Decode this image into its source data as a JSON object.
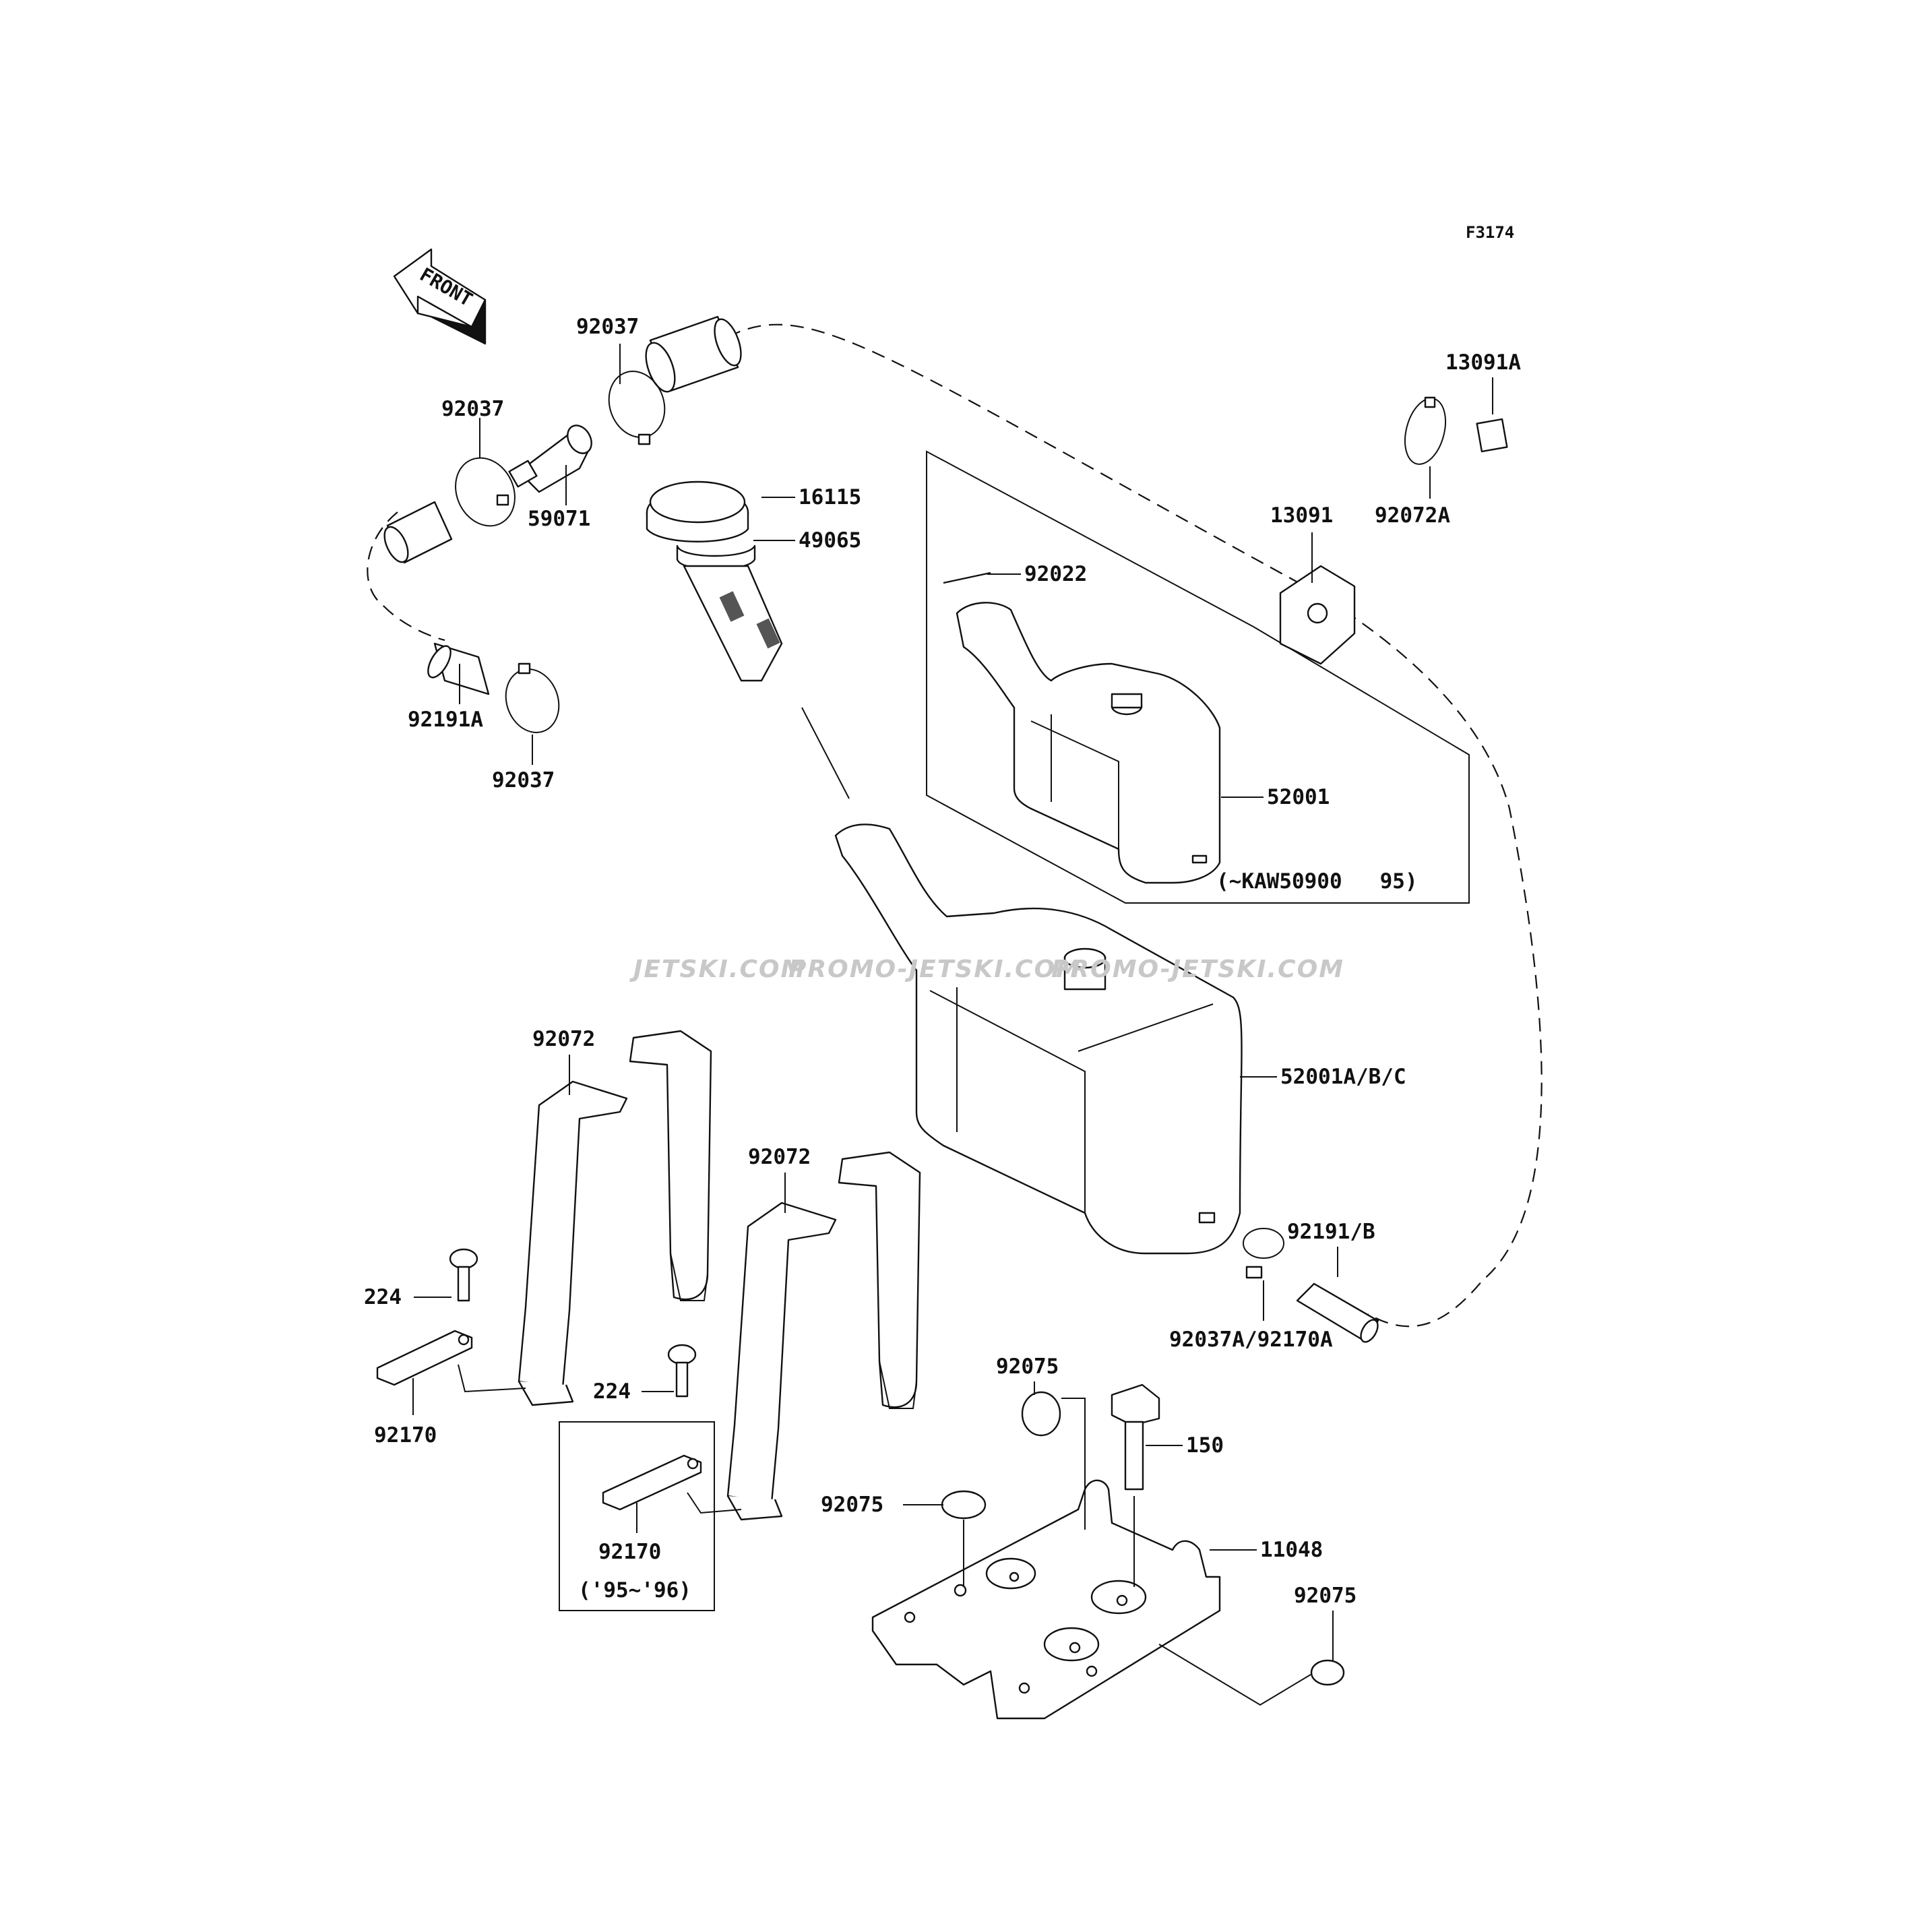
{
  "figure_code": "F3174",
  "front_arrow_label": "FRONT",
  "watermark": [
    "JETSKI.COM",
    "PROMO-JETSKI.COM",
    "PROMO-JETSKI.COM"
  ],
  "part_labels": {
    "l_92037_top": "92037",
    "l_92037_mid": "92037",
    "l_92037_bot": "92037",
    "l_59071": "59071",
    "l_92191A": "92191A",
    "l_16115": "16115",
    "l_49065": "49065",
    "l_92022": "92022",
    "l_13091": "13091",
    "l_13091A": "13091A",
    "l_92072A": "92072A",
    "l_52001": "52001",
    "l_52001ABC": "52001A/B/C",
    "l_92191B": "92191/B",
    "l_92037A": "92037A/92170A",
    "l_92072_left": "92072",
    "l_92072_right": "92072",
    "l_224_left": "224",
    "l_224_right": "224",
    "l_92170_left": "92170",
    "l_92170_box": "92170",
    "l_92075_top": "92075",
    "l_92075_mid": "92075",
    "l_92075_right": "92075",
    "l_150": "150",
    "l_11048": "11048"
  },
  "notes": {
    "kaw_range": "(~KAW50900   95)",
    "year_range": "('95~'96)"
  }
}
